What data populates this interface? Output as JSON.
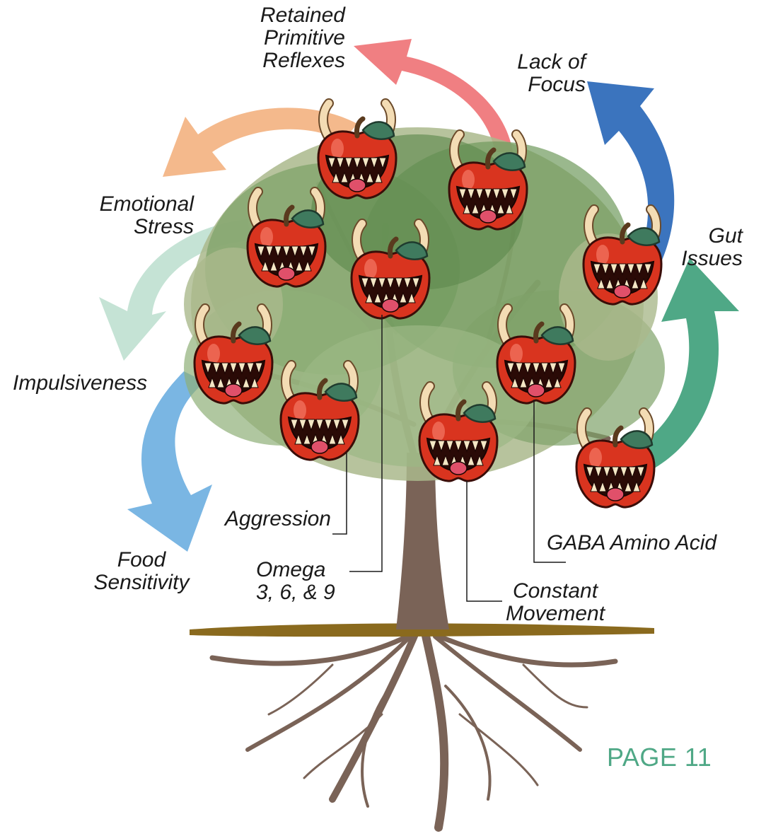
{
  "labels": {
    "retained_reflexes": "Retained\nPrimitive\nReflexes",
    "lack_of_focus": "Lack of\nFocus",
    "emotional_stress": "Emotional\nStress",
    "gut_issues": "Gut\nIssues",
    "impulsiveness": "Impulsiveness",
    "food_sensitivity": "Food\nSensitivity",
    "aggression": "Aggression",
    "omega": "Omega\n3, 6, & 9",
    "gaba": "GABA Amino Acid",
    "constant_movement": "Constant\nMovement"
  },
  "page_number": "PAGE 11",
  "colors": {
    "arrow_retained": "#f07f82",
    "arrow_focus": "#3b74be",
    "arrow_emotional": "#f4b98c",
    "arrow_gut": "#4fa886",
    "arrow_impulsive": "#c5e3d5",
    "arrow_food": "#7ab6e3",
    "page_number": "#4fa886",
    "trunk": "#7a6357",
    "ground": "#8a6a1e",
    "foliage_dark": "#5f8a4f",
    "foliage_light": "#aab98c",
    "apple": "#d9341f"
  },
  "icons": {
    "apple": "monster-apple-icon",
    "tree": "tree-illustration"
  }
}
